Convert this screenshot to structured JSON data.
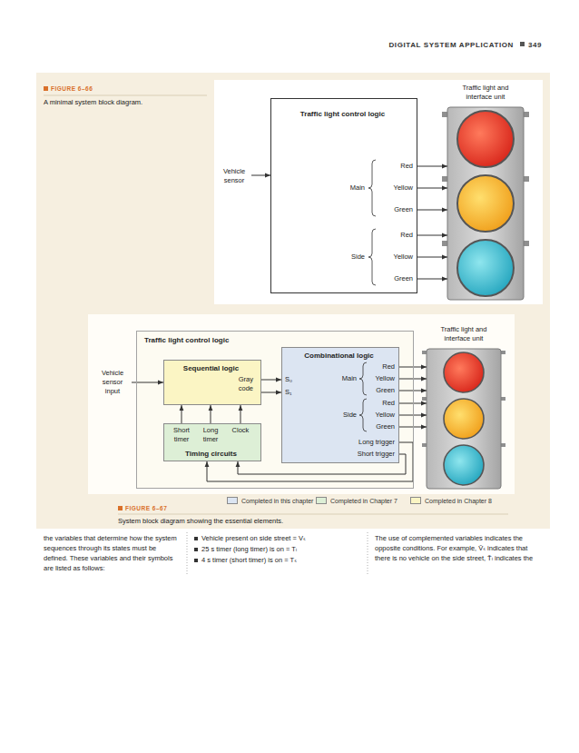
{
  "diagram": {
    "nodes": [
      {
        "text": [
          "Traffic light control logic"
        ]
      },
      {
        "text": [
          "Traffic light and interface unit"
        ]
      },
      {
        "text": [
          "Traffic light control logic"
        ]
      },
      {
        "text": [
          "Sequential logic",
          "Gray code"
        ],
        "in": 2
      },
      {
        "text": [
          "Combinational logic"
        ],
        "in": 2
      },
      {
        "text": [
          "Timing circuits"
        ],
        "in": 2
      },
      {
        "text": [
          "Traffic light and interface unit"
        ]
      }
    ],
    "edges": [
      {
        "from": 0,
        "to": 1,
        "arrow": "to",
        "label": "Red"
      },
      {
        "from": 0,
        "to": 1,
        "arrow": "to",
        "label": "Yellow"
      },
      {
        "from": 0,
        "to": 1,
        "arrow": "to",
        "label": "Green"
      },
      {
        "from": 0,
        "to": 1,
        "arrow": "to",
        "label": "Red"
      },
      {
        "from": 0,
        "to": 1,
        "arrow": "to",
        "label": "Yellow"
      },
      {
        "from": 0,
        "to": 1,
        "arrow": "to",
        "label": "Green"
      },
      {
        "from": 3,
        "to": 4,
        "arrow": "to",
        "label": "S₀"
      },
      {
        "from": 3,
        "to": 4,
        "arrow": "to",
        "label": "S₁"
      },
      {
        "from": 4,
        "to": 6,
        "arrow": "to",
        "label": "Red"
      },
      {
        "from": 4,
        "to": 6,
        "arrow": "to",
        "label": "Yellow"
      },
      {
        "from": 4,
        "to": 6,
        "arrow": "to",
        "label": "Green"
      },
      {
        "from": 4,
        "to": 6,
        "arrow": "to",
        "label": "Red"
      },
      {
        "from": 4,
        "to": 6,
        "arrow": "to",
        "label": "Yellow"
      },
      {
        "from": 4,
        "to": 6,
        "arrow": "to",
        "label": "Green"
      },
      {
        "from": 4,
        "to": 5,
        "arrow": "to",
        "label": "Long trigger"
      },
      {
        "from": 4,
        "to": 5,
        "arrow": "to",
        "label": "Short trigger"
      },
      {
        "from": 5,
        "to": 3,
        "arrow": "to",
        "label": "Short timer"
      },
      {
        "from": 5,
        "to": 3,
        "arrow": "to",
        "label": "Long timer"
      },
      {
        "from": 5,
        "to": 3,
        "arrow": "to",
        "label": "Clock"
      }
    ],
    "labels": [
      "DIGITAL SYSTEM APPLICATION",
      "349",
      "FIGURE 6–66",
      "A minimal system block diagram.",
      "Vehicle sensor",
      "Main",
      "Side",
      "Vehicle sensor input",
      "Main",
      "Side",
      "FIGURE 6–67",
      "System block diagram showing the essential elements.",
      "the variables that determine how the system sequences through its states must be defined. These variables and their symbols are listed as follows:",
      "Vehicle present on side street = Vₛ",
      "25 s timer (long timer) is on = Tₗ",
      "4 s timer (short timer) is on = Tₛ",
      "The use of complemented variables indicates the opposite conditions. For example, V̄ₛ indicates that there is no vehicle on the side street, T̄ₗ indicates the"
    ],
    "legend": [
      {
        "text": "Completed in this chapter",
        "color": "#dce5f2"
      },
      {
        "text": "Completed in Chapter 7",
        "color": "#ddefd6"
      },
      {
        "text": "Completed in Chapter 8",
        "color": "#fbf5c4"
      }
    ]
  }
}
